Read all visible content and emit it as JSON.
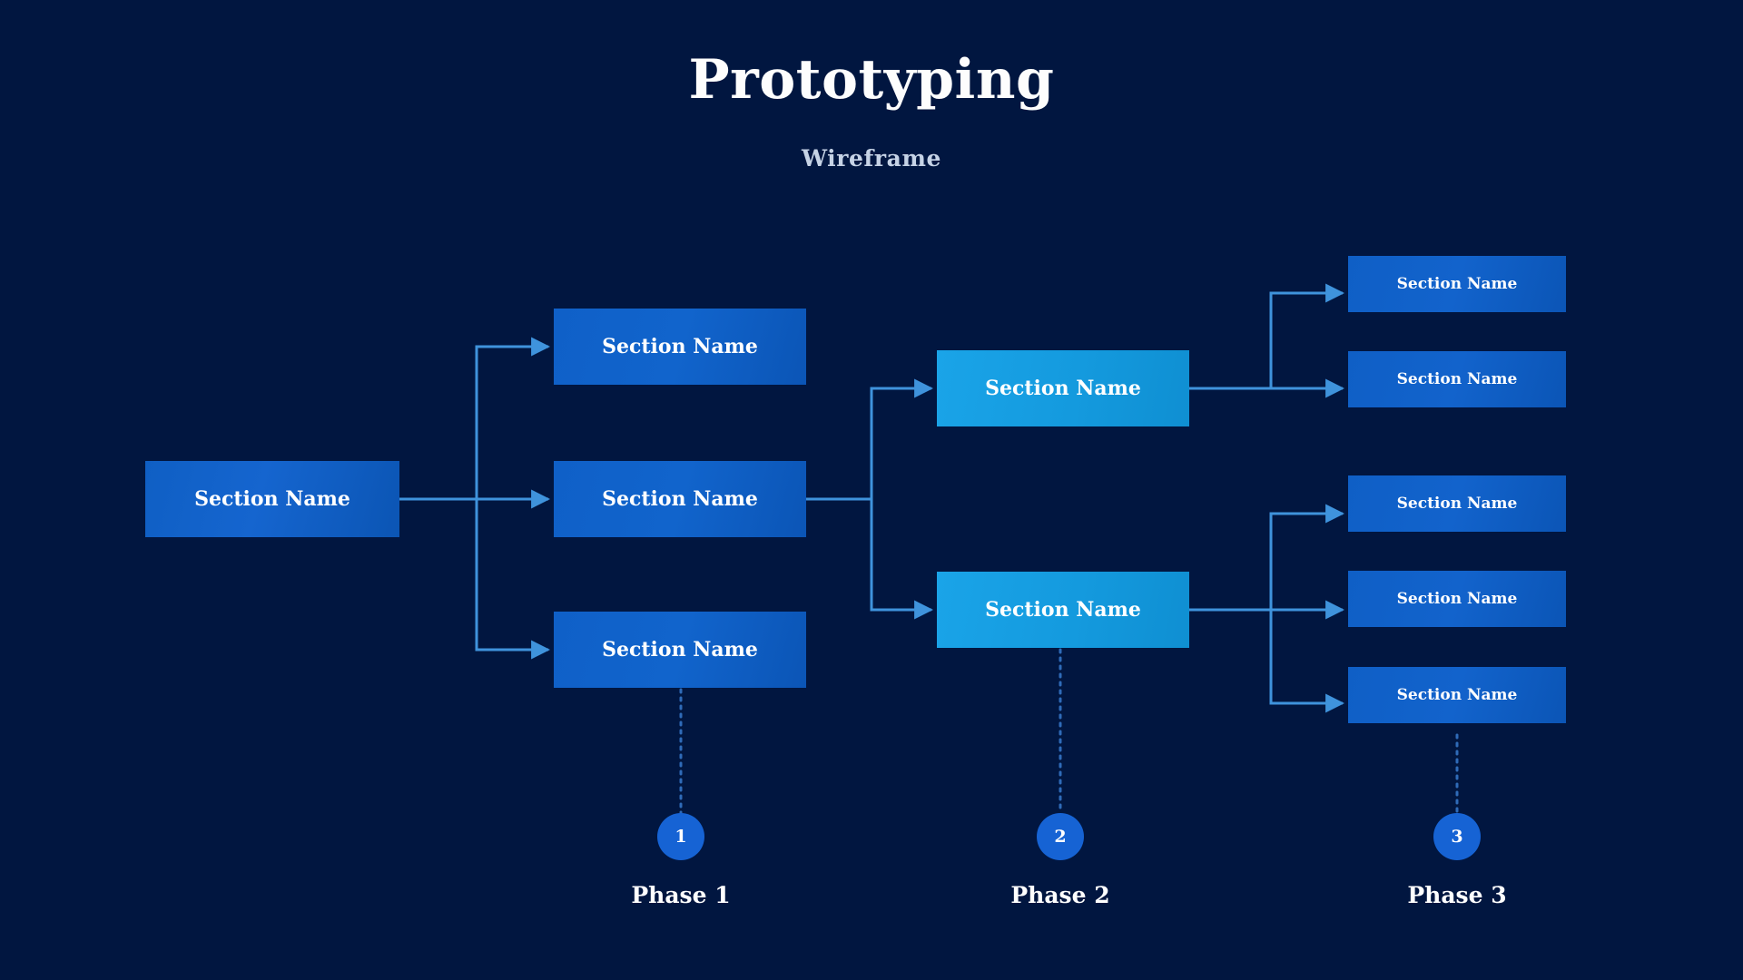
{
  "header": {
    "title": "Prototyping",
    "subtitle": "Wireframe"
  },
  "colors": {
    "background": "#011640",
    "node_blue": "#1263cc",
    "node_cyan": "#149ade",
    "connector": "#2f84d8",
    "connector_light": "#4d9fe0",
    "circle": "#1663d4",
    "title_text": "#fdfdfd",
    "subtitle_text": "#c6d3e6"
  },
  "diagram": {
    "type": "tree-flowchart",
    "root": {
      "id": "n0",
      "label": "Section Name",
      "level": 1
    },
    "level2": [
      {
        "id": "n1",
        "label": "Section Name"
      },
      {
        "id": "n2",
        "label": "Section Name"
      },
      {
        "id": "n3",
        "label": "Section Name"
      }
    ],
    "level3": [
      {
        "id": "n4",
        "label": "Section Name"
      },
      {
        "id": "n5",
        "label": "Section Name"
      }
    ],
    "level4": [
      {
        "id": "n6",
        "label": "Section Name"
      },
      {
        "id": "n7",
        "label": "Section Name"
      },
      {
        "id": "n8",
        "label": "Section Name"
      },
      {
        "id": "n9",
        "label": "Section Name"
      },
      {
        "id": "n10",
        "label": "Section Name"
      }
    ]
  },
  "phases": [
    {
      "number": "1",
      "label": "Phase 1"
    },
    {
      "number": "2",
      "label": "Phase 2"
    },
    {
      "number": "3",
      "label": "Phase 3"
    }
  ]
}
